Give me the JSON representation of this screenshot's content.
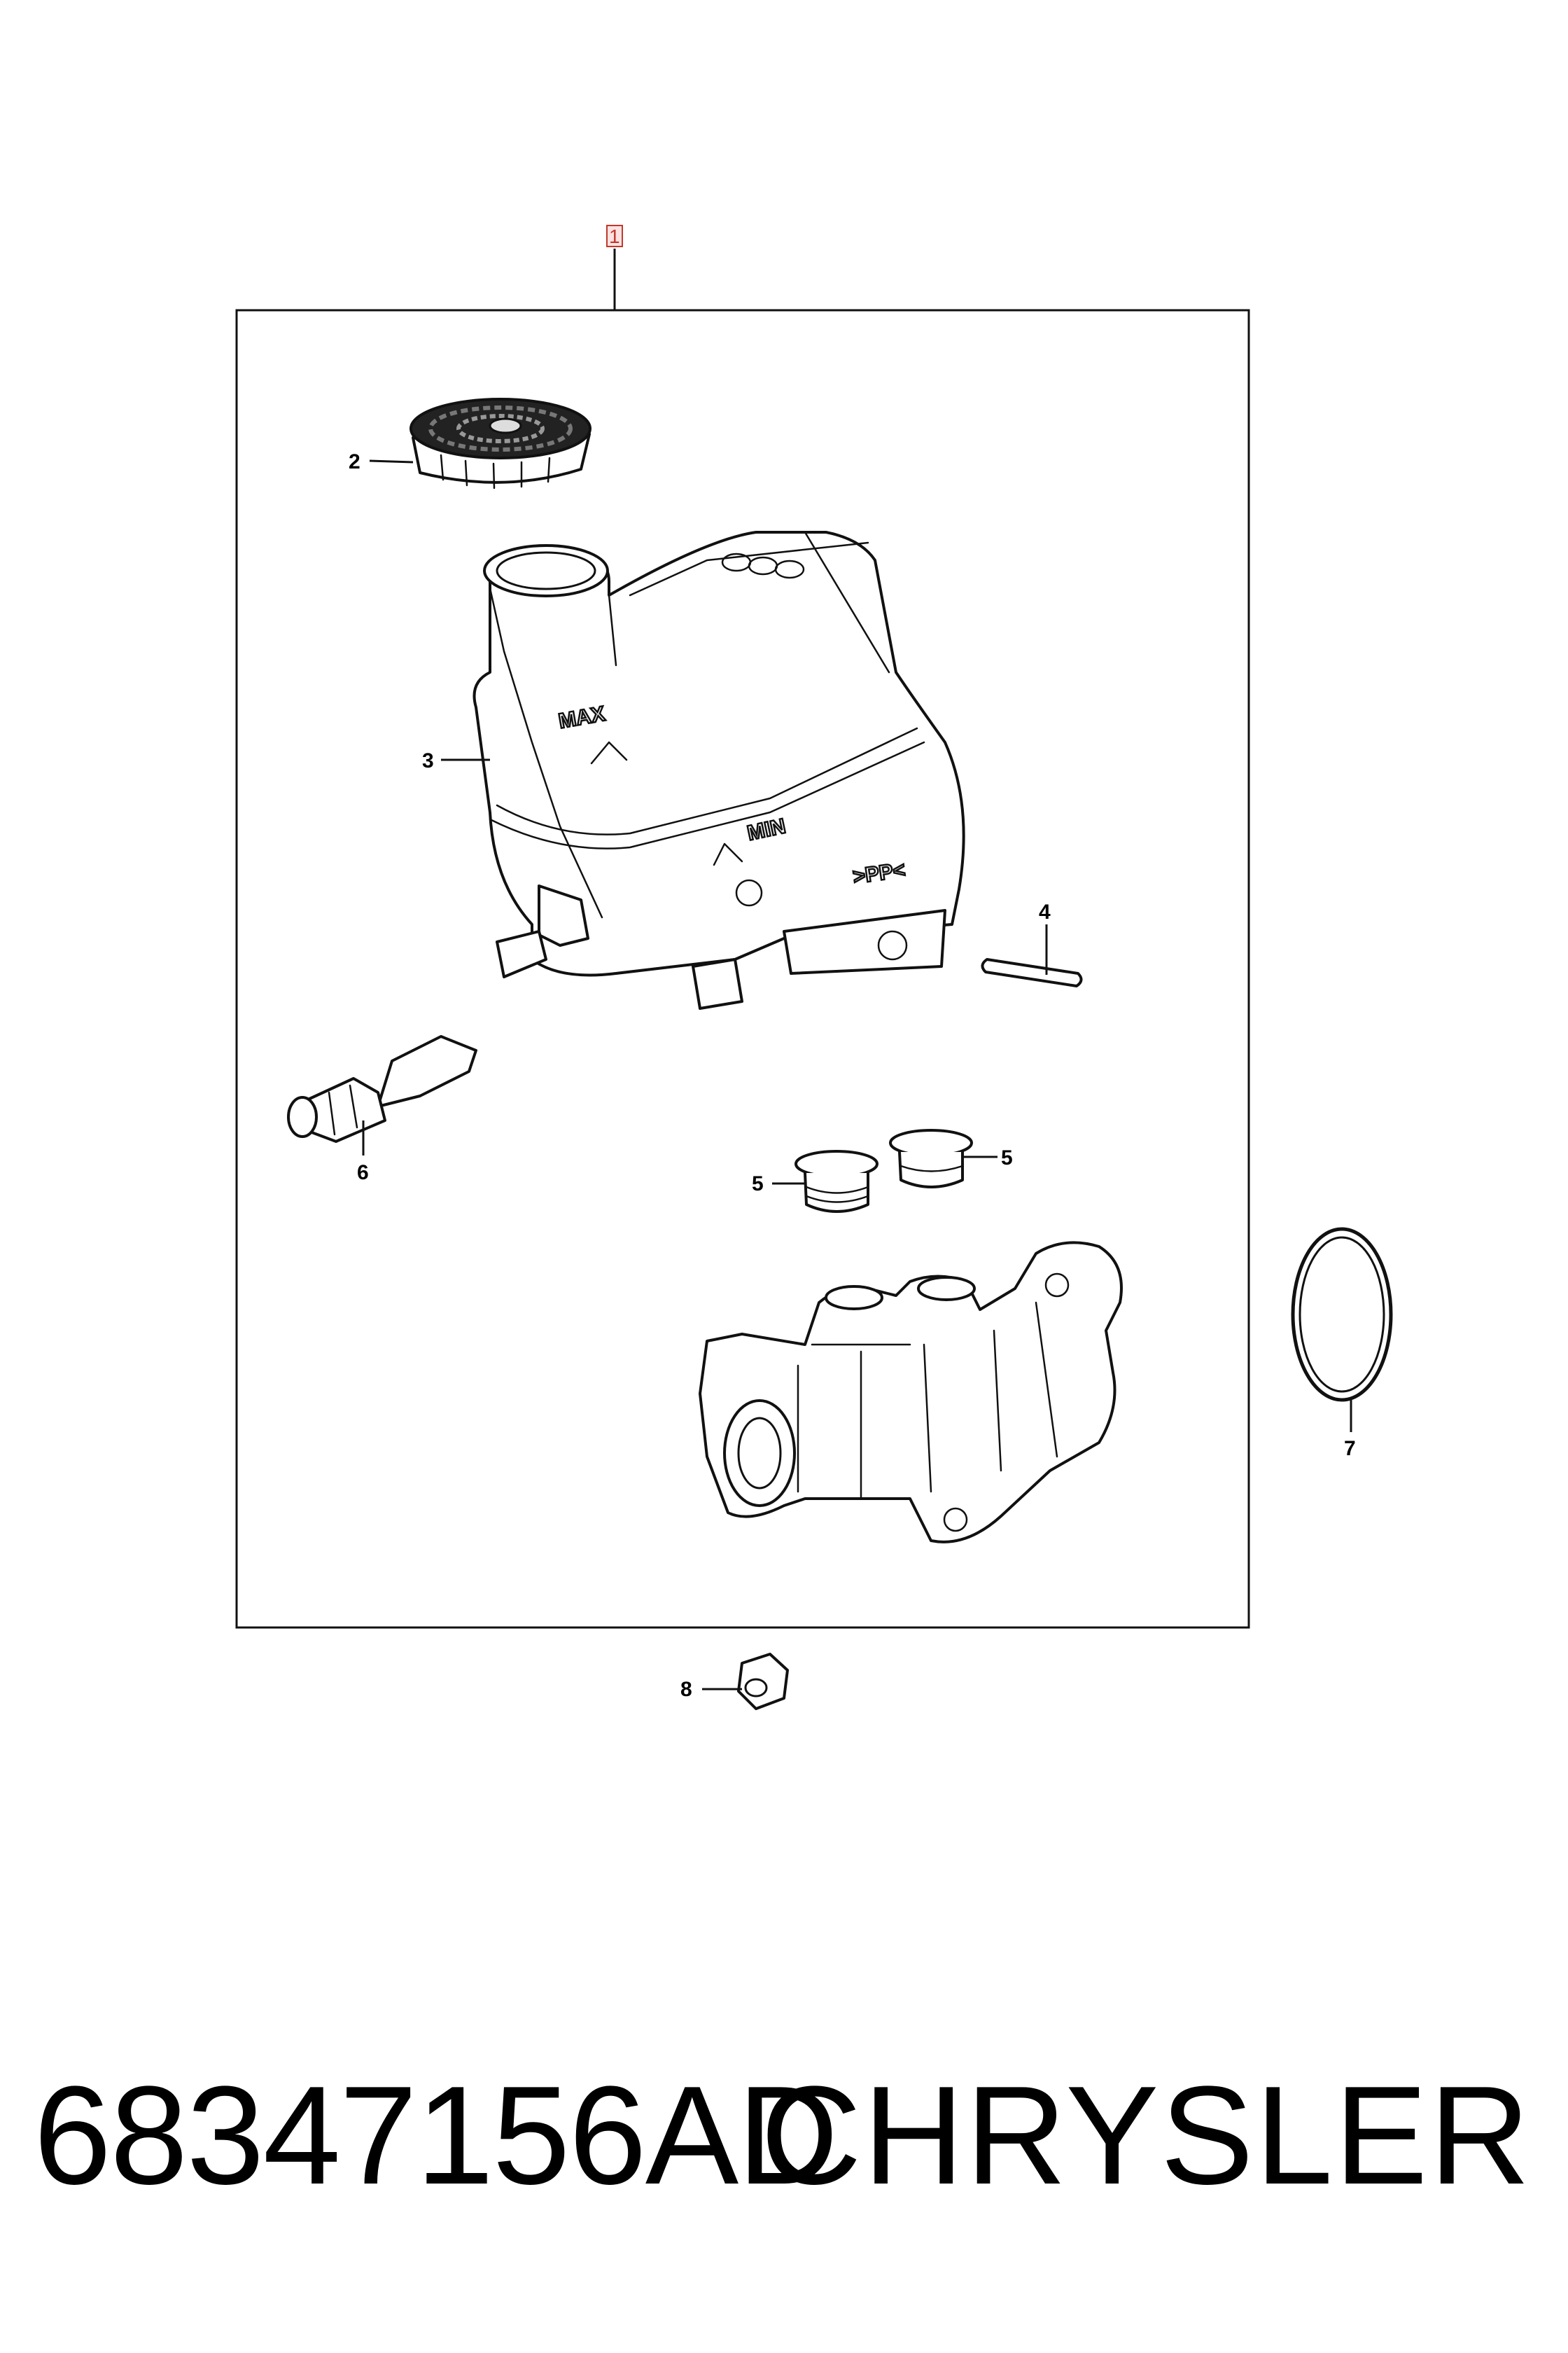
{
  "diagram": {
    "assembly_callout": "1",
    "callouts": {
      "cap": "2",
      "reservoir": "3",
      "pin": "4",
      "grommet_left": "5",
      "grommet_right": "5",
      "sensor": "6",
      "seal": "7",
      "nut": "8"
    },
    "embossed": {
      "max": "MAX",
      "min": "MIN",
      "material": ">PP<"
    }
  },
  "footer": {
    "part_number": "68347156AD",
    "brand": "CHRYSLER"
  }
}
